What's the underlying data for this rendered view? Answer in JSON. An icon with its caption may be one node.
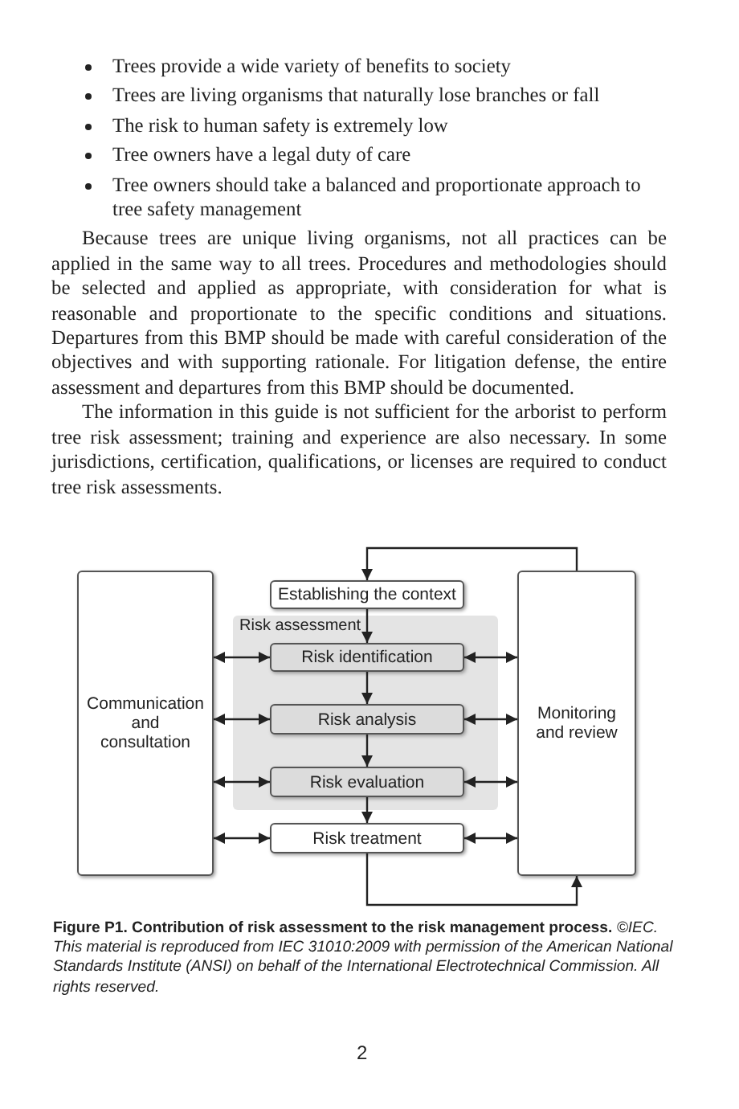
{
  "diagram": {
    "caption": "**Figure P1. Contribution of risk assessment to the risk management process.** *©IEC. This material is reproduced from IEC 31010:2009 with permission of the American National Standards Institute (ANSI) on behalf of the International Electrotechnical Commission. All rights reserved.*",
    "nodes": [
      {
        "text": [
          "Communication and consultation"
        ]
      },
      {
        "text": [
          "Establishing the context"
        ]
      },
      {
        "text": [
          "Risk assessment"
        ]
      },
      {
        "text": [
          "Risk identification"
        ],
        "in": 2
      },
      {
        "text": [
          "Risk analysis"
        ],
        "in": 2
      },
      {
        "text": [
          "Risk evaluation"
        ],
        "in": 2
      },
      {
        "text": [
          "Risk treatment"
        ]
      },
      {
        "text": [
          "Monitoring and review"
        ]
      }
    ],
    "edges": [
      {
        "from": 1,
        "to": 3,
        "arrow": "to"
      },
      {
        "from": 3,
        "to": 4,
        "arrow": "to"
      },
      {
        "from": 4,
        "to": 5,
        "arrow": "to"
      },
      {
        "from": 5,
        "to": 6,
        "arrow": "to"
      },
      {
        "from": 0,
        "to": 3,
        "arrow": "both"
      },
      {
        "from": 0,
        "to": 4,
        "arrow": "both"
      },
      {
        "from": 0,
        "to": 5,
        "arrow": "both"
      },
      {
        "from": 0,
        "to": 6,
        "arrow": "both"
      },
      {
        "from": 7,
        "to": 3,
        "arrow": "both"
      },
      {
        "from": 7,
        "to": 4,
        "arrow": "both"
      },
      {
        "from": 7,
        "to": 5,
        "arrow": "both"
      },
      {
        "from": 7,
        "to": 6,
        "arrow": "both"
      },
      {
        "from": 7,
        "to": 1,
        "arrow": "to"
      },
      {
        "from": 6,
        "to": 7,
        "arrow": "to"
      }
    ],
    "labels": [
      "Trees provide a wide variety of benefits to society",
      "Trees are living organisms that naturally lose branches or fall",
      "The risk to human safety is extremely low",
      "Tree owners have a legal duty of care",
      "Tree owners should take a balanced and proportionate approach to tree safety management",
      "Because trees are unique living organisms, not all practices can be applied in the same way to all trees. Procedures and methodologies should be selected and applied as appropriate, with consideration for what is reasonable and proportionate to the specific conditions and situations. Departures from this BMP should be made with careful consideration of the objectives and with supporting rationale. For litigation defense, the entire assessment and departures from this BMP should be documented.",
      "The information in this guide is not sufficient for the arborist to perform tree risk assessment; training and experience are also necessary. In some jurisdictions, certification, qualifications, or licenses are required to conduct tree risk assessments.",
      "2"
    ]
  }
}
